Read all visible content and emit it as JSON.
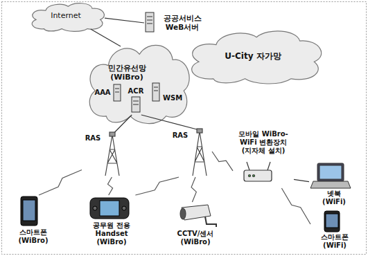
{
  "diagram": {
    "nodes": [
      {
        "text": [
          "Internet"
        ]
      },
      {
        "text": [
          "공공서비스 WeB서버"
        ]
      },
      {
        "text": [
          "U-City 자가망"
        ]
      },
      {
        "text": [
          "민간유선망 (WiBro)"
        ]
      },
      {
        "text": [
          "AAA"
        ],
        "in": 3
      },
      {
        "text": [
          "ACR"
        ],
        "in": 3
      },
      {
        "text": [
          "WSM"
        ],
        "in": 3
      },
      {
        "text": [
          "RAS"
        ]
      },
      {
        "text": [
          "RAS"
        ]
      },
      {
        "text": [
          "모바일 WiBro-WiFi 변환장치 (지자체 설치)"
        ]
      },
      {
        "text": [
          "넷북 (WiFi)"
        ]
      },
      {
        "text": [
          "스마트폰 (WiBro)"
        ]
      },
      {
        "text": [
          "공무원 전용 Handset (WiBro)"
        ]
      },
      {
        "text": [
          "CCTV/센서 (WiBro)"
        ]
      },
      {
        "text": [
          "스마트폰 (WiFi)"
        ]
      }
    ],
    "edges": [
      {
        "from": 1,
        "to": 0,
        "arrow": "none"
      },
      {
        "from": 0,
        "to": 3,
        "arrow": "none"
      },
      {
        "from": 5,
        "to": 7,
        "arrow": "none"
      },
      {
        "from": 5,
        "to": 8,
        "arrow": "none"
      },
      {
        "from": 7,
        "to": 11,
        "arrow": "none"
      },
      {
        "from": 7,
        "to": 12,
        "arrow": "none"
      },
      {
        "from": 8,
        "to": 12,
        "arrow": "none"
      },
      {
        "from": 8,
        "to": 13,
        "arrow": "none"
      },
      {
        "from": 8,
        "to": 9,
        "arrow": "none"
      },
      {
        "from": 9,
        "to": 10,
        "arrow": "none"
      },
      {
        "from": 9,
        "to": 14,
        "arrow": "none"
      }
    ]
  }
}
